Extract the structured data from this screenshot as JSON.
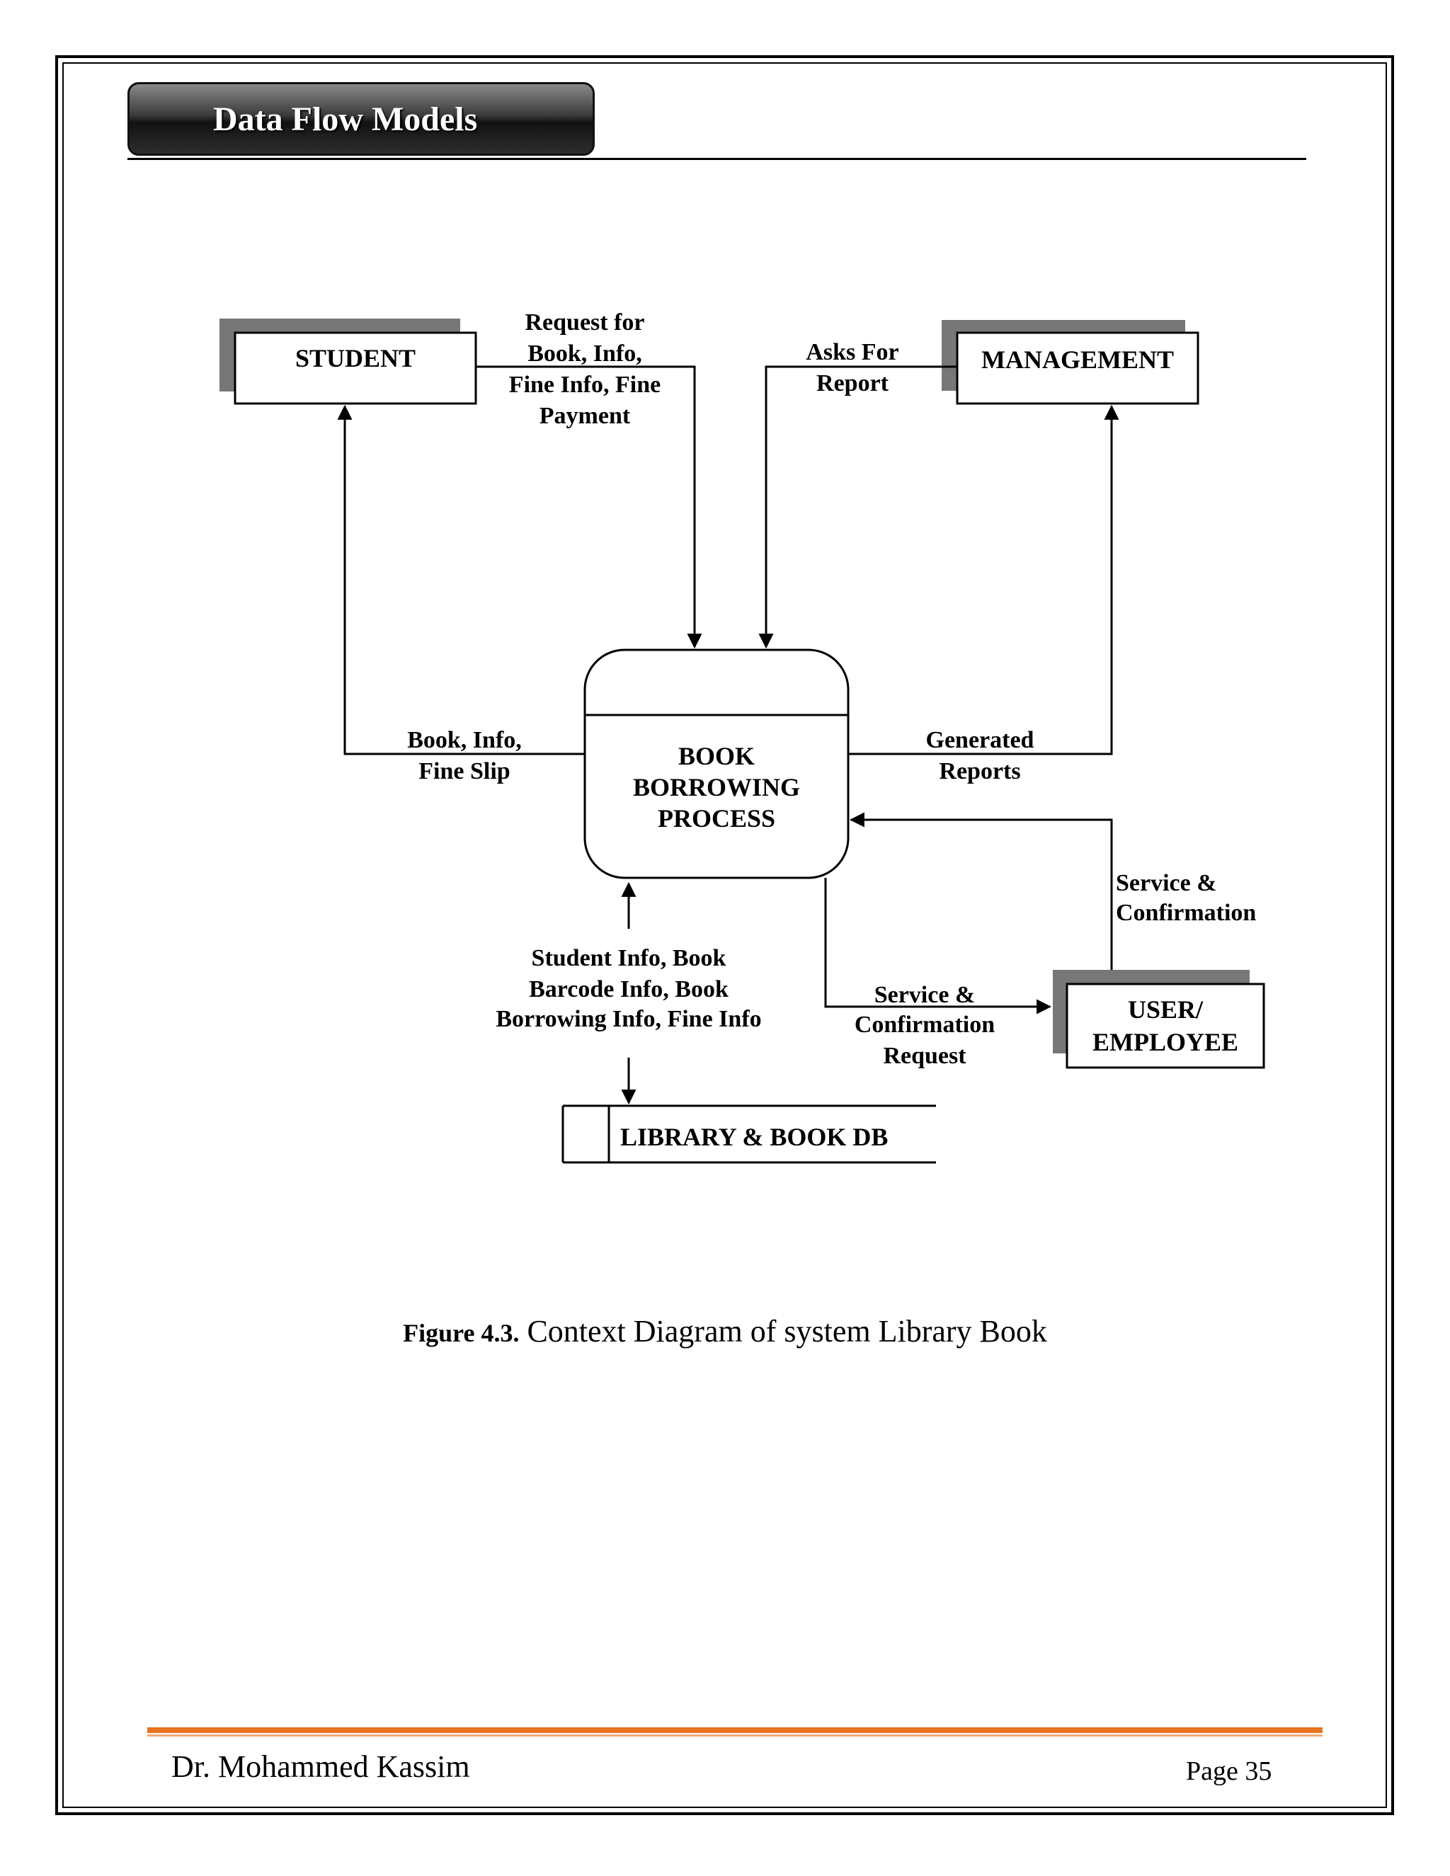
{
  "header": {
    "title": "Data Flow Models"
  },
  "diagram": {
    "entities": {
      "student": "STUDENT",
      "management": "MANAGEMENT",
      "user_employee": [
        "USER/",
        "EMPLOYEE"
      ]
    },
    "process": {
      "label": [
        "BOOK",
        "BORROWING",
        "PROCESS"
      ]
    },
    "datastore": {
      "label": "LIBRARY & BOOK DB"
    },
    "flows": {
      "student_request": [
        "Request for",
        "Book, Info,",
        "Fine Info, Fine",
        "Payment"
      ],
      "asks_for_report": [
        "Asks For",
        "Report"
      ],
      "book_info_fine_slip": [
        "Book, Info,",
        "Fine Slip"
      ],
      "generated_reports": [
        "Generated",
        "Reports"
      ],
      "service_confirmation": [
        "Service &",
        "Confirmation"
      ],
      "service_confirmation_request": [
        "Service &",
        "Confirmation",
        "Request"
      ],
      "db_info": [
        "Student Info, Book",
        "Barcode Info, Book",
        "Borrowing Info, Fine Info"
      ]
    }
  },
  "caption": {
    "number": "Figure 4.3.",
    "text": " Context Diagram of system Library Book"
  },
  "footer": {
    "author": "Dr. Mohammed Kassim",
    "page": "Page 35"
  }
}
